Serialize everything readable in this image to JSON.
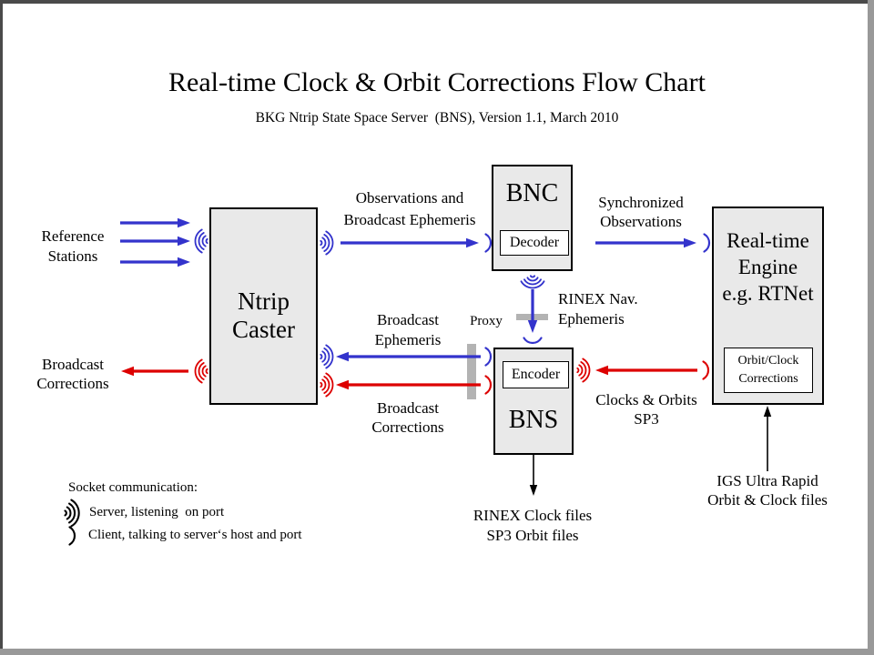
{
  "title": "Real-time Clock & Orbit Corrections Flow Chart",
  "subtitle": "BKG Ntrip State Space Server  (BNS), Version 1.1, March 2010",
  "colors": {
    "blue": "#3333cc",
    "red": "#dd0000",
    "arrow_black": "#000000",
    "box_fill": "#e9e9e9",
    "subbox_fill": "#ffffff",
    "proxy_fill": "#b3b3b3",
    "frame_dark": "#4a4a4a",
    "frame_light": "#999999"
  },
  "nodes": {
    "caster": {
      "lines": [
        "Ntrip",
        "Caster"
      ]
    },
    "bnc": {
      "title": "BNC",
      "sub": "Decoder"
    },
    "bns": {
      "title": "BNS",
      "sub": "Encoder"
    },
    "engine": {
      "lines": [
        "Real-time",
        "Engine",
        "e.g. RTNet"
      ],
      "sub_lines": [
        "Orbit/Clock",
        "Corrections"
      ]
    }
  },
  "labels": {
    "reference_stations": [
      "Reference",
      "Stations"
    ],
    "broadcast_corrections_out": [
      "Broadcast",
      "Corrections"
    ],
    "observations": [
      "Observations and",
      "Broadcast Ephemeris"
    ],
    "synchronized": [
      "Synchronized",
      "Observations"
    ],
    "rinex_nav": [
      "RINEX Nav.",
      "Ephemeris"
    ],
    "broadcast_ephemeris": [
      "Broadcast",
      "Ephemeris"
    ],
    "broadcast_corrections_mid": [
      "Broadcast",
      "Corrections"
    ],
    "proxy": "Proxy",
    "clocks_orbits": [
      "Clocks & Orbits",
      "SP3"
    ],
    "rinex_files": [
      "RINEX Clock files",
      "SP3 Orbit files"
    ],
    "igs_files": [
      "IGS Ultra Rapid",
      "Orbit & Clock files"
    ]
  },
  "legend": {
    "heading": "Socket communication:",
    "server": "Server, listening  on port",
    "client": "Client, talking to server‘s host and port"
  }
}
